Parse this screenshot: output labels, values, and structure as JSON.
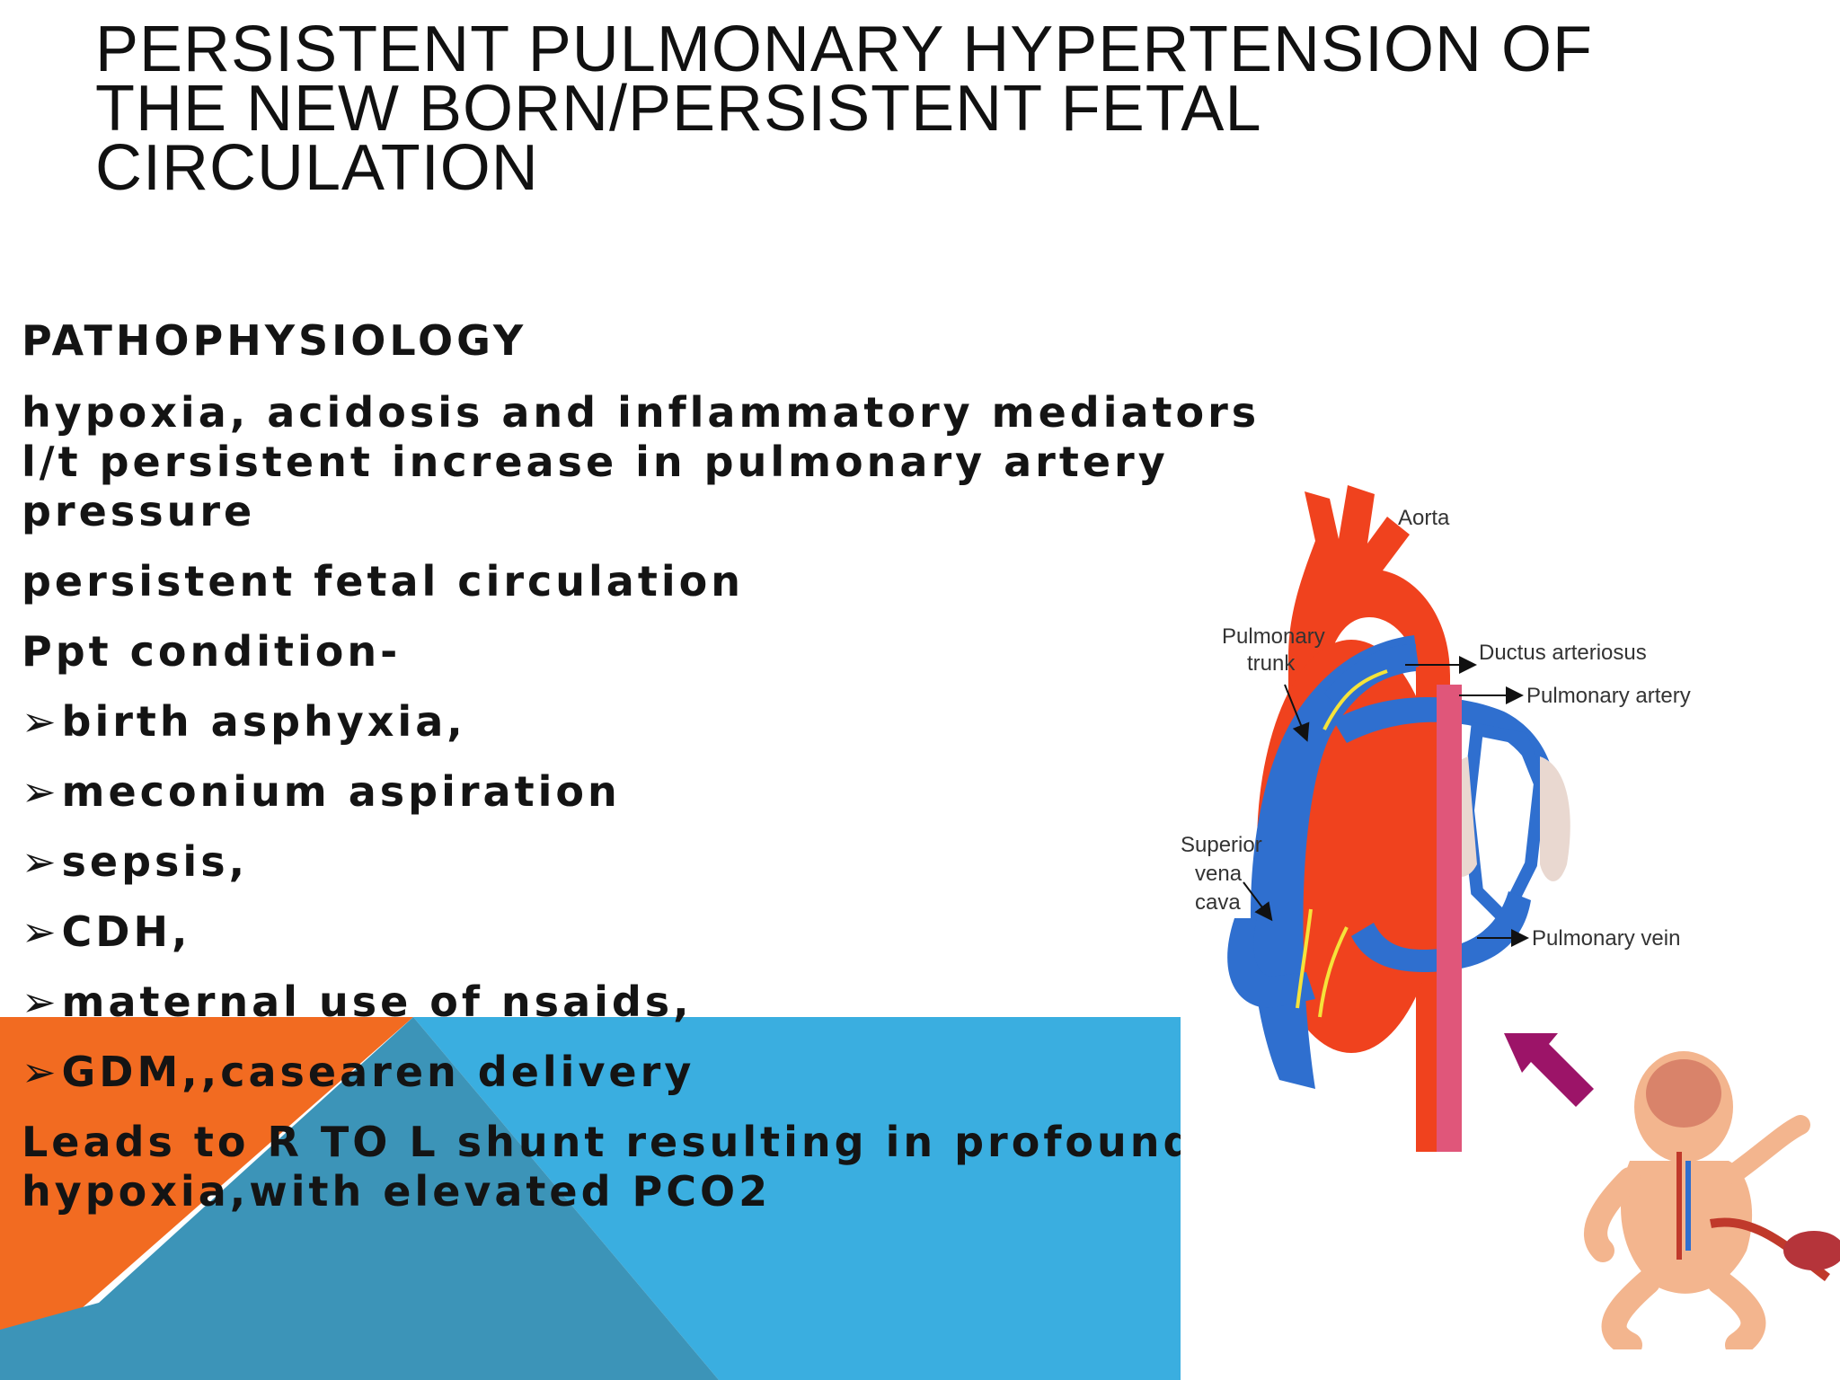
{
  "slide": {
    "title_lines": [
      "PERSISTENT PULMONARY HYPERTENSION OF",
      "THE NEW BORN/PERSISTENT FETAL",
      "CIRCULATION"
    ],
    "heading": "PATHOPHYSIOLOGY",
    "para1_lines": [
      "hypoxia, acidosis and inflammatory mediators",
      "l/t persistent increase in pulmonary artery",
      "pressure"
    ],
    "para2": "persistent fetal circulation",
    "para3": "Ppt condition-",
    "bullets": [
      "birth asphyxia,",
      "meconium aspiration",
      "sepsis,",
      "CDH,",
      "maternal use of nsaids,",
      "GDM,,casearen delivery"
    ],
    "conclusion_lines": [
      "Leads  to  R TO L shunt resulting in profound",
      "hypoxia,with elevated PCO2"
    ]
  },
  "diagram": {
    "labels": {
      "aorta": "Aorta",
      "pulmonary_trunk_1": "Pulmonary",
      "pulmonary_trunk_2": "trunk",
      "ductus": "Ductus arteriosus",
      "pulmonary_artery": "Pulmonary artery",
      "svc_1": "Superior",
      "svc_2": "vena",
      "svc_3": "cava",
      "pulmonary_vein": "Pulmonary vein"
    }
  },
  "colors": {
    "orange": "#F26B21",
    "blue": "#3AAEE0",
    "dark_blue": "#3C94B8",
    "artery_red": "#F0421E",
    "vein_blue": "#2F6FCF",
    "arrow_magenta": "#9C1468"
  }
}
